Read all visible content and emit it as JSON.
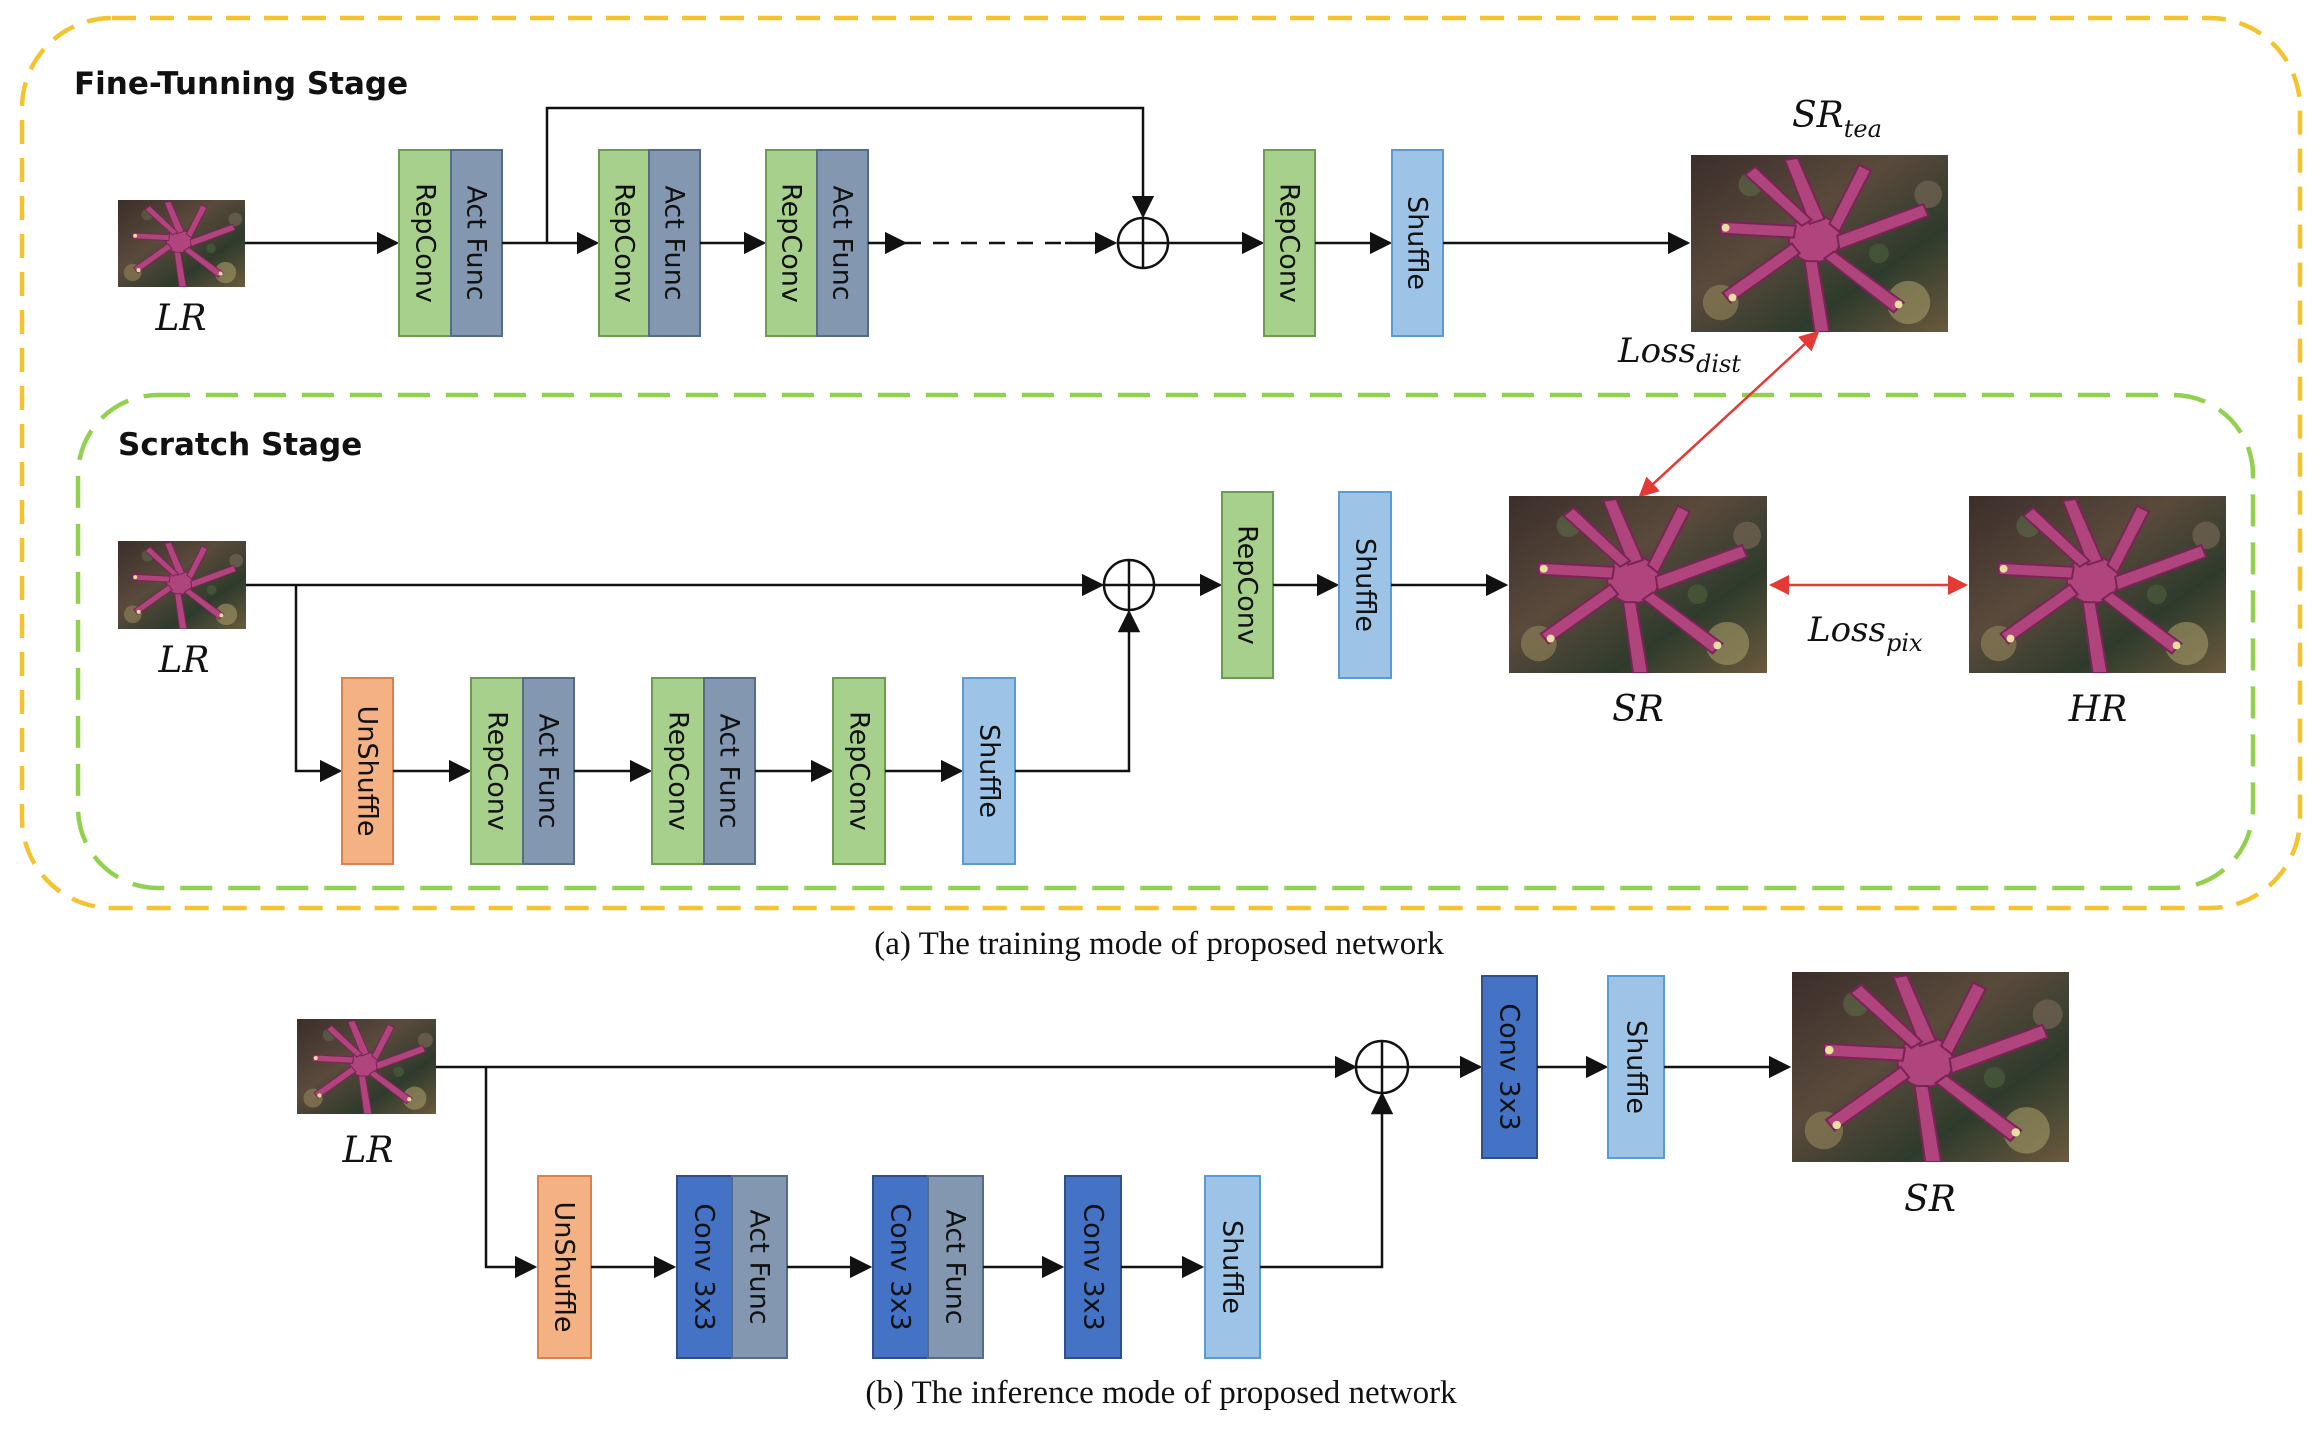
{
  "colors": {
    "repconv": "#a8d08d",
    "actfunc": "#8497b0",
    "shuffle": "#9dc3e6",
    "unshuffle": "#f4b183",
    "conv": "#4472c4",
    "stage_outer": "#f4c430",
    "stage_inner": "#92d050",
    "loss_arrow": "#e53935"
  },
  "training": {
    "finetune_title": "Fine-Tunning  Stage",
    "scratch_title": "Scratch Stage",
    "lr_label": "LR",
    "sr_tea_main": "SR",
    "sr_tea_sub": "tea",
    "sr_label": "SR",
    "hr_label": "HR",
    "loss_dist_main": "Loss",
    "loss_dist_sub": "dist",
    "loss_pix_main": "Loss",
    "loss_pix_sub": "pix",
    "caption": "(a) The training mode of proposed network"
  },
  "inference": {
    "lr_label": "LR",
    "sr_label": "SR",
    "caption": "(b) The inference mode of proposed network"
  },
  "blocks": {
    "repconv": "RepConv",
    "actfunc": "Act Func",
    "shuffle": "Shuffle",
    "unshuffle": "UnShuffle",
    "conv3x3": "Conv 3x3"
  }
}
